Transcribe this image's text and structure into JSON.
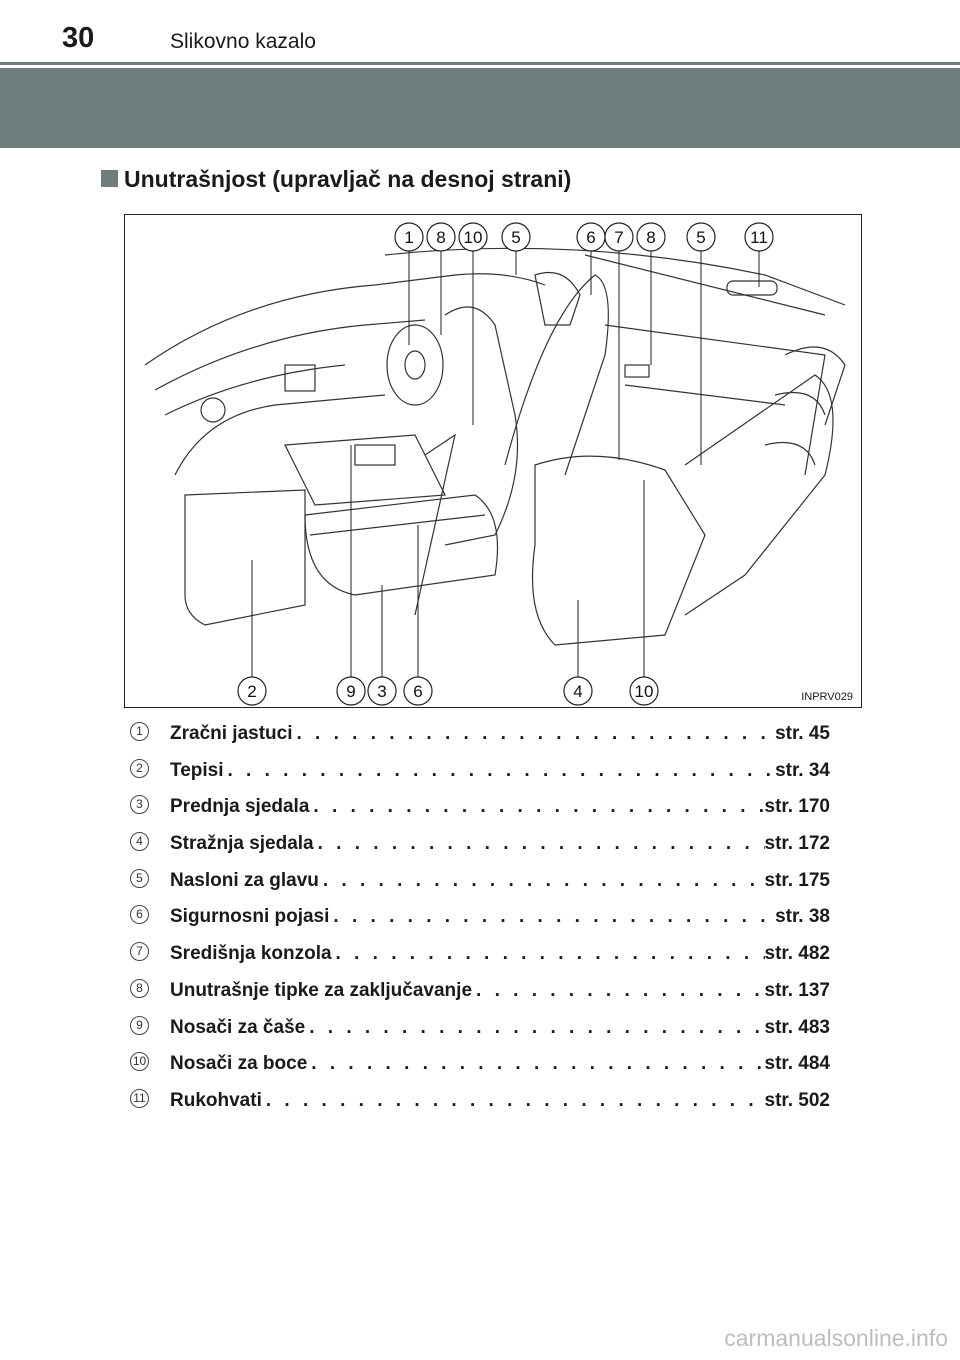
{
  "header": {
    "page_number": "30",
    "title": "Slikovno kazalo"
  },
  "section": {
    "title": "Unutrašnjost (upravljač na desnoj strani)"
  },
  "figure": {
    "code": "INPRV029",
    "top_callouts": [
      "1",
      "8",
      "10",
      "5",
      "6",
      "7",
      "8",
      "5",
      "11"
    ],
    "bottom_callouts": [
      "2",
      "9",
      "3",
      "6",
      "4",
      "10"
    ]
  },
  "items": [
    {
      "num": "1",
      "label": "Zračni jastuci",
      "page": "str. 45"
    },
    {
      "num": "2",
      "label": "Tepisi",
      "page": "str. 34"
    },
    {
      "num": "3",
      "label": "Prednja sjedala",
      "page": "str. 170"
    },
    {
      "num": "4",
      "label": "Stražnja sjedala",
      "page": "str. 172"
    },
    {
      "num": "5",
      "label": "Nasloni za glavu",
      "page": "str. 175"
    },
    {
      "num": "6",
      "label": "Sigurnosni pojasi",
      "page": "str. 38"
    },
    {
      "num": "7",
      "label": "Središnja konzola",
      "page": "str. 482"
    },
    {
      "num": "8",
      "label": "Unutrašnje tipke za zaključavanje",
      "page": "str. 137"
    },
    {
      "num": "9",
      "label": "Nosači za čaše",
      "page": "str. 483"
    },
    {
      "num": "10",
      "label": "Nosači za boce",
      "page": "str. 484"
    },
    {
      "num": "11",
      "label": "Rukohvati",
      "page": "str. 502"
    }
  ],
  "watermark": "carmanualsonline.info",
  "colors": {
    "band": "#6f7d7c",
    "text": "#1a1a1a"
  }
}
